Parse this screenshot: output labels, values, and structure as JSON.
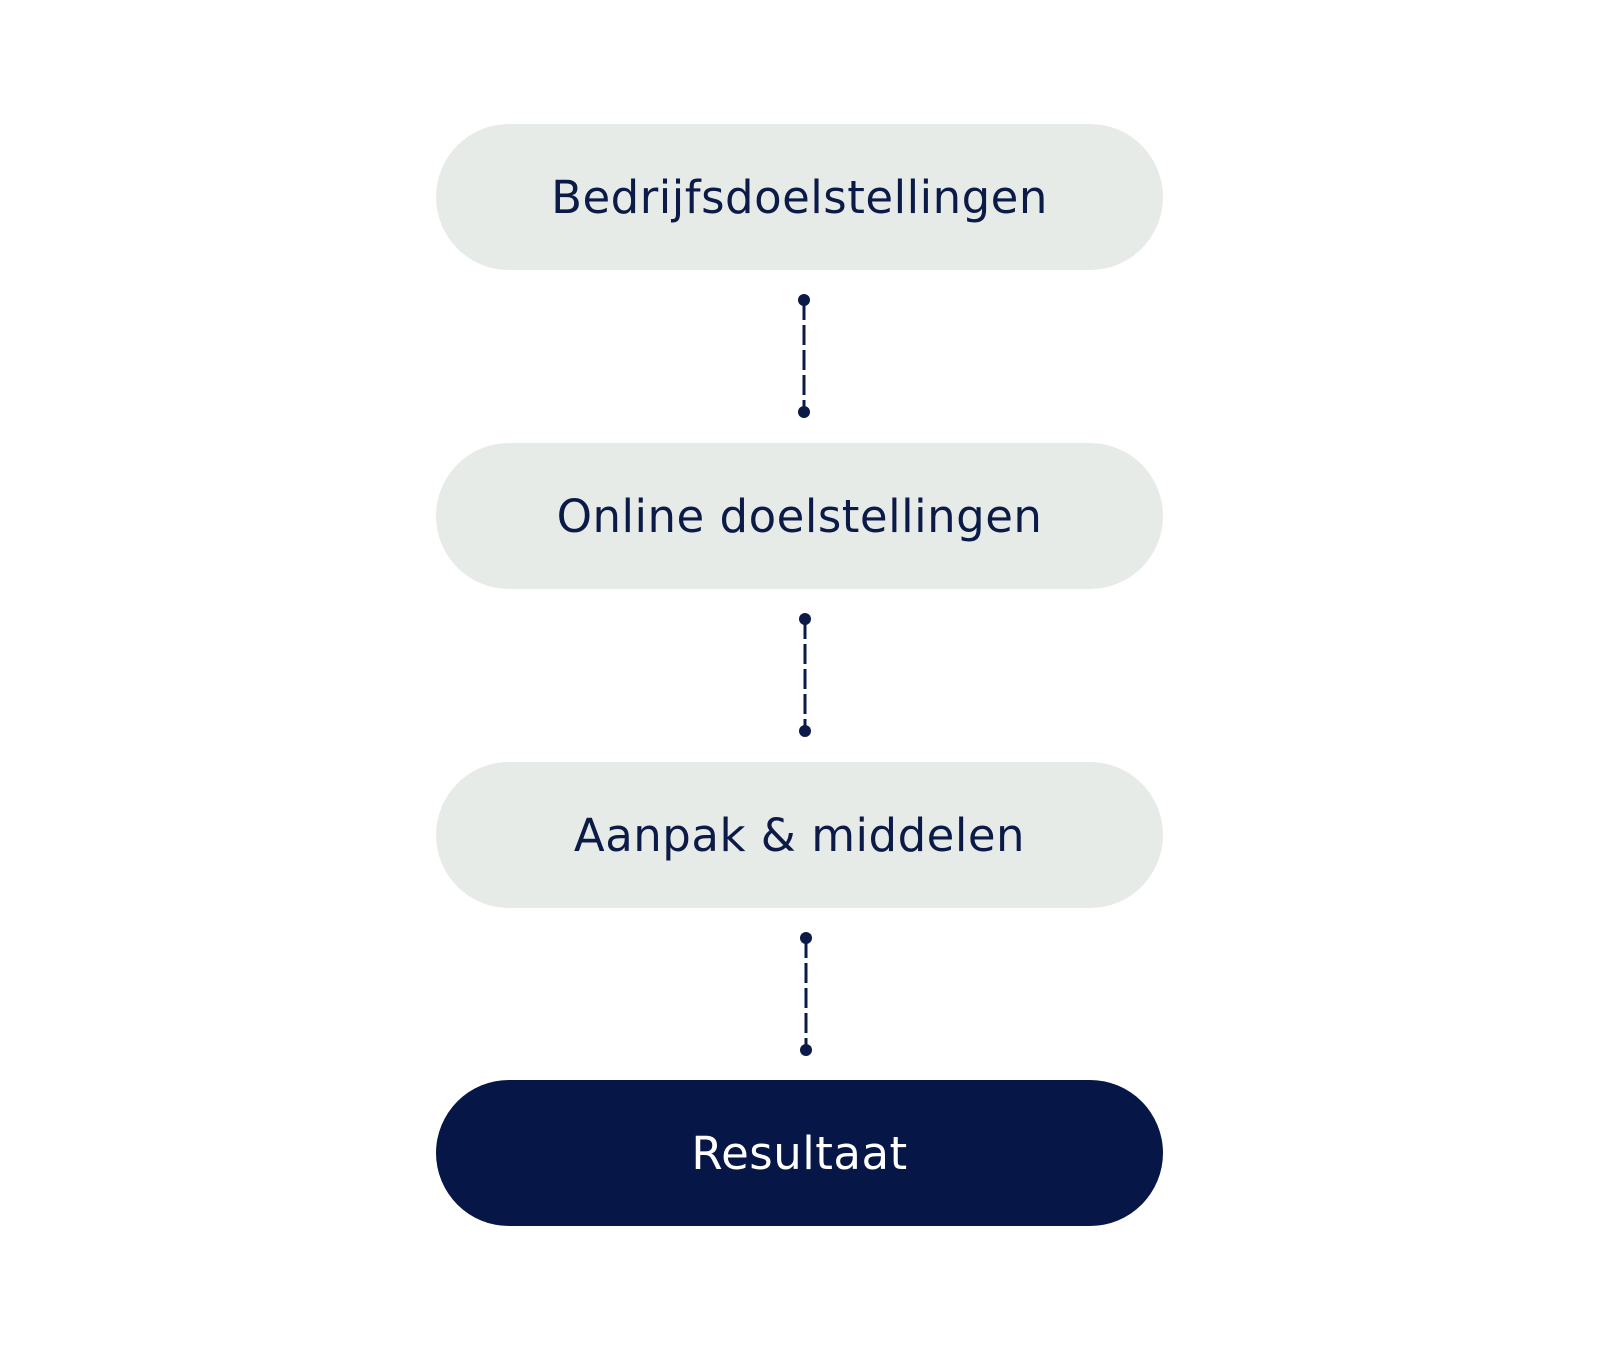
{
  "diagram": {
    "type": "vertical-flow",
    "steps": [
      {
        "label": "Bedrijfsdoelstellingen",
        "style": "light"
      },
      {
        "label": "Online doelstellingen",
        "style": "light"
      },
      {
        "label": "Aanpak & middelen",
        "style": "light"
      },
      {
        "label": "Resultaat",
        "style": "dark"
      }
    ],
    "connectors": [
      "dashed-dot-line",
      "dashed-dot-line",
      "dashed-dot-line"
    ],
    "colors": {
      "light_fill": "#e7ebe8",
      "dark_fill": "#051647",
      "text_dark": "#0b1a47",
      "text_light": "#ffffff",
      "connector": "#0b1a47"
    }
  }
}
